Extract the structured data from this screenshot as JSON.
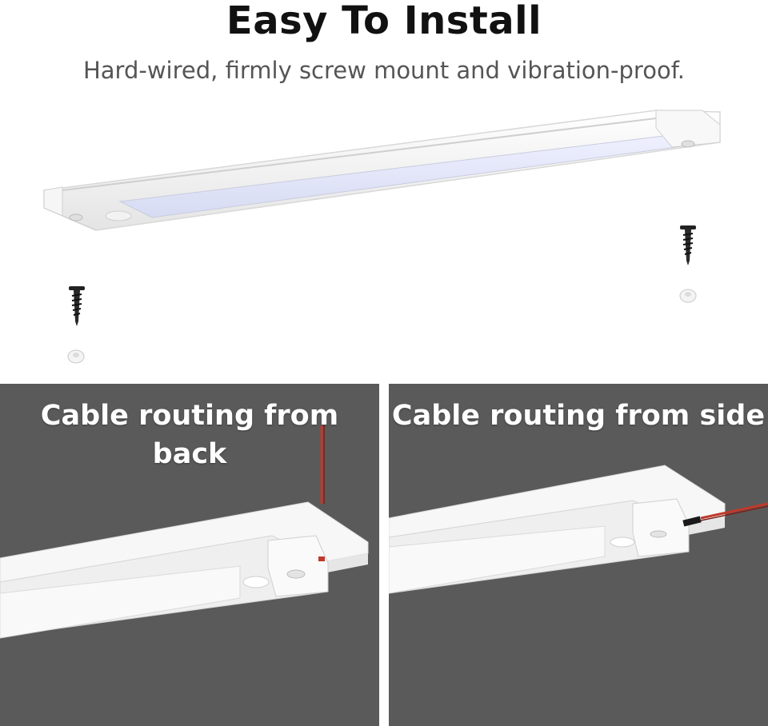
{
  "header": {
    "title": "Easy To Install",
    "subtitle": "Hard-wired, firmly screw mount and vibration-proof."
  },
  "panels": [
    {
      "label": "Cable routing from back"
    },
    {
      "label": "Cable routing from side"
    }
  ],
  "colors": {
    "panel_bg": "#5a5a5a",
    "cable_red": "#c0392b",
    "fixture_white": "#f4f4f4"
  },
  "icons": [
    "screw-icon",
    "screw-anchor-icon"
  ]
}
